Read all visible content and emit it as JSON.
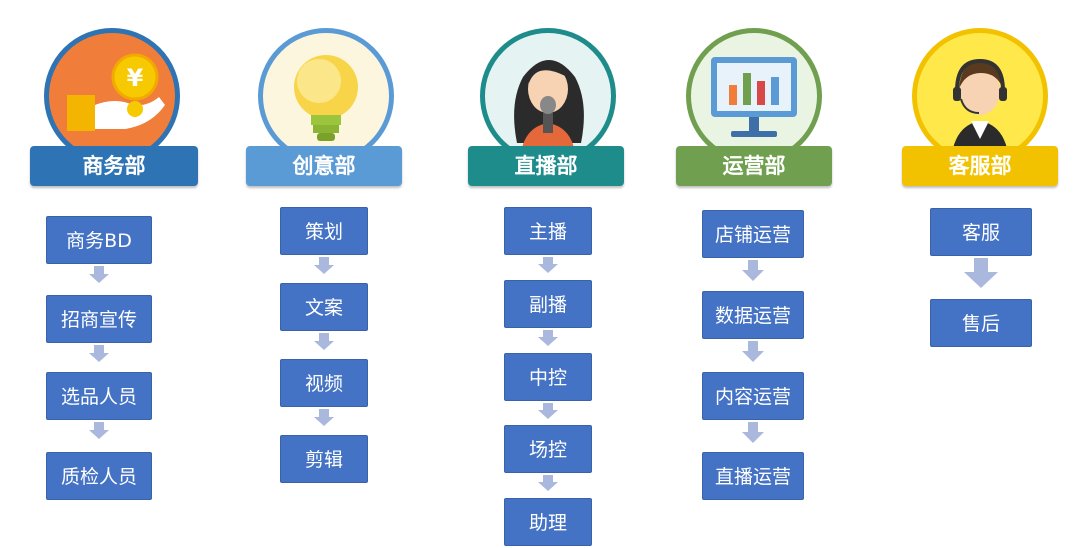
{
  "departments": [
    {
      "name": "商务部",
      "color": "#2e74b5",
      "icon": "money-hand-icon",
      "steps": [
        "商务BD",
        "招商宣传",
        "选品人员",
        "质检人员"
      ]
    },
    {
      "name": "创意部",
      "color": "#5b9bd5",
      "icon": "lightbulb-icon",
      "steps": [
        "策划",
        "文案",
        "视频",
        "剪辑"
      ]
    },
    {
      "name": "直播部",
      "color": "#1f8c8c",
      "icon": "streamer-microphone-icon",
      "steps": [
        "主播",
        "副播",
        "中控",
        "场控",
        "助理"
      ]
    },
    {
      "name": "运营部",
      "color": "#70a04f",
      "icon": "monitor-chart-icon",
      "steps": [
        "店铺运营",
        "数据运营",
        "内容运营",
        "直播运营"
      ]
    },
    {
      "name": "客服部",
      "color": "#f2c200",
      "icon": "headset-agent-icon",
      "steps": [
        "客服",
        "售后"
      ]
    }
  ]
}
